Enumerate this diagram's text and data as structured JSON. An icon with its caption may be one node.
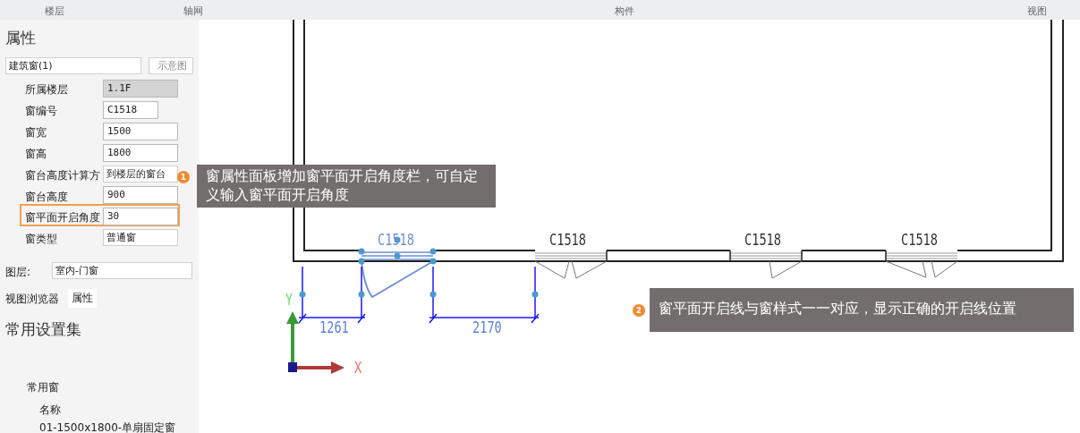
{
  "diagram": {
    "nodes": [
      {
        "text": [
          "1"
        ]
      },
      {
        "text": [
          "窗属性面板增加窗平面开启角度栏，可自定义输入窗平面开启角度"
        ]
      },
      {
        "text": [
          "2"
        ]
      },
      {
        "text": [
          "窗平面开启线与窗样式一一对应，显示正确的开启线位置"
        ]
      }
    ],
    "labels": [
      "楼层",
      "轴网",
      "构件",
      "视图",
      "属性",
      "建筑窗(1)",
      "示意图",
      "所属楼层",
      "1.1F",
      "窗编号",
      "C1518",
      "窗宽",
      "1500",
      "窗高",
      "1800",
      "窗台高度计算方",
      "到楼层的窗台",
      "窗台高度",
      "900",
      "窗平面开启角度",
      "30",
      "窗类型",
      "普通窗",
      "图层:",
      "室内-门窗",
      "视图浏览器",
      "属性",
      "常用设置集",
      "常用窗",
      "名称",
      "01-1500x1800-单扇固定窗",
      "C1518",
      "C1518",
      "C1518",
      "C1518",
      "1261",
      "2170",
      "Y",
      "X"
    ]
  }
}
